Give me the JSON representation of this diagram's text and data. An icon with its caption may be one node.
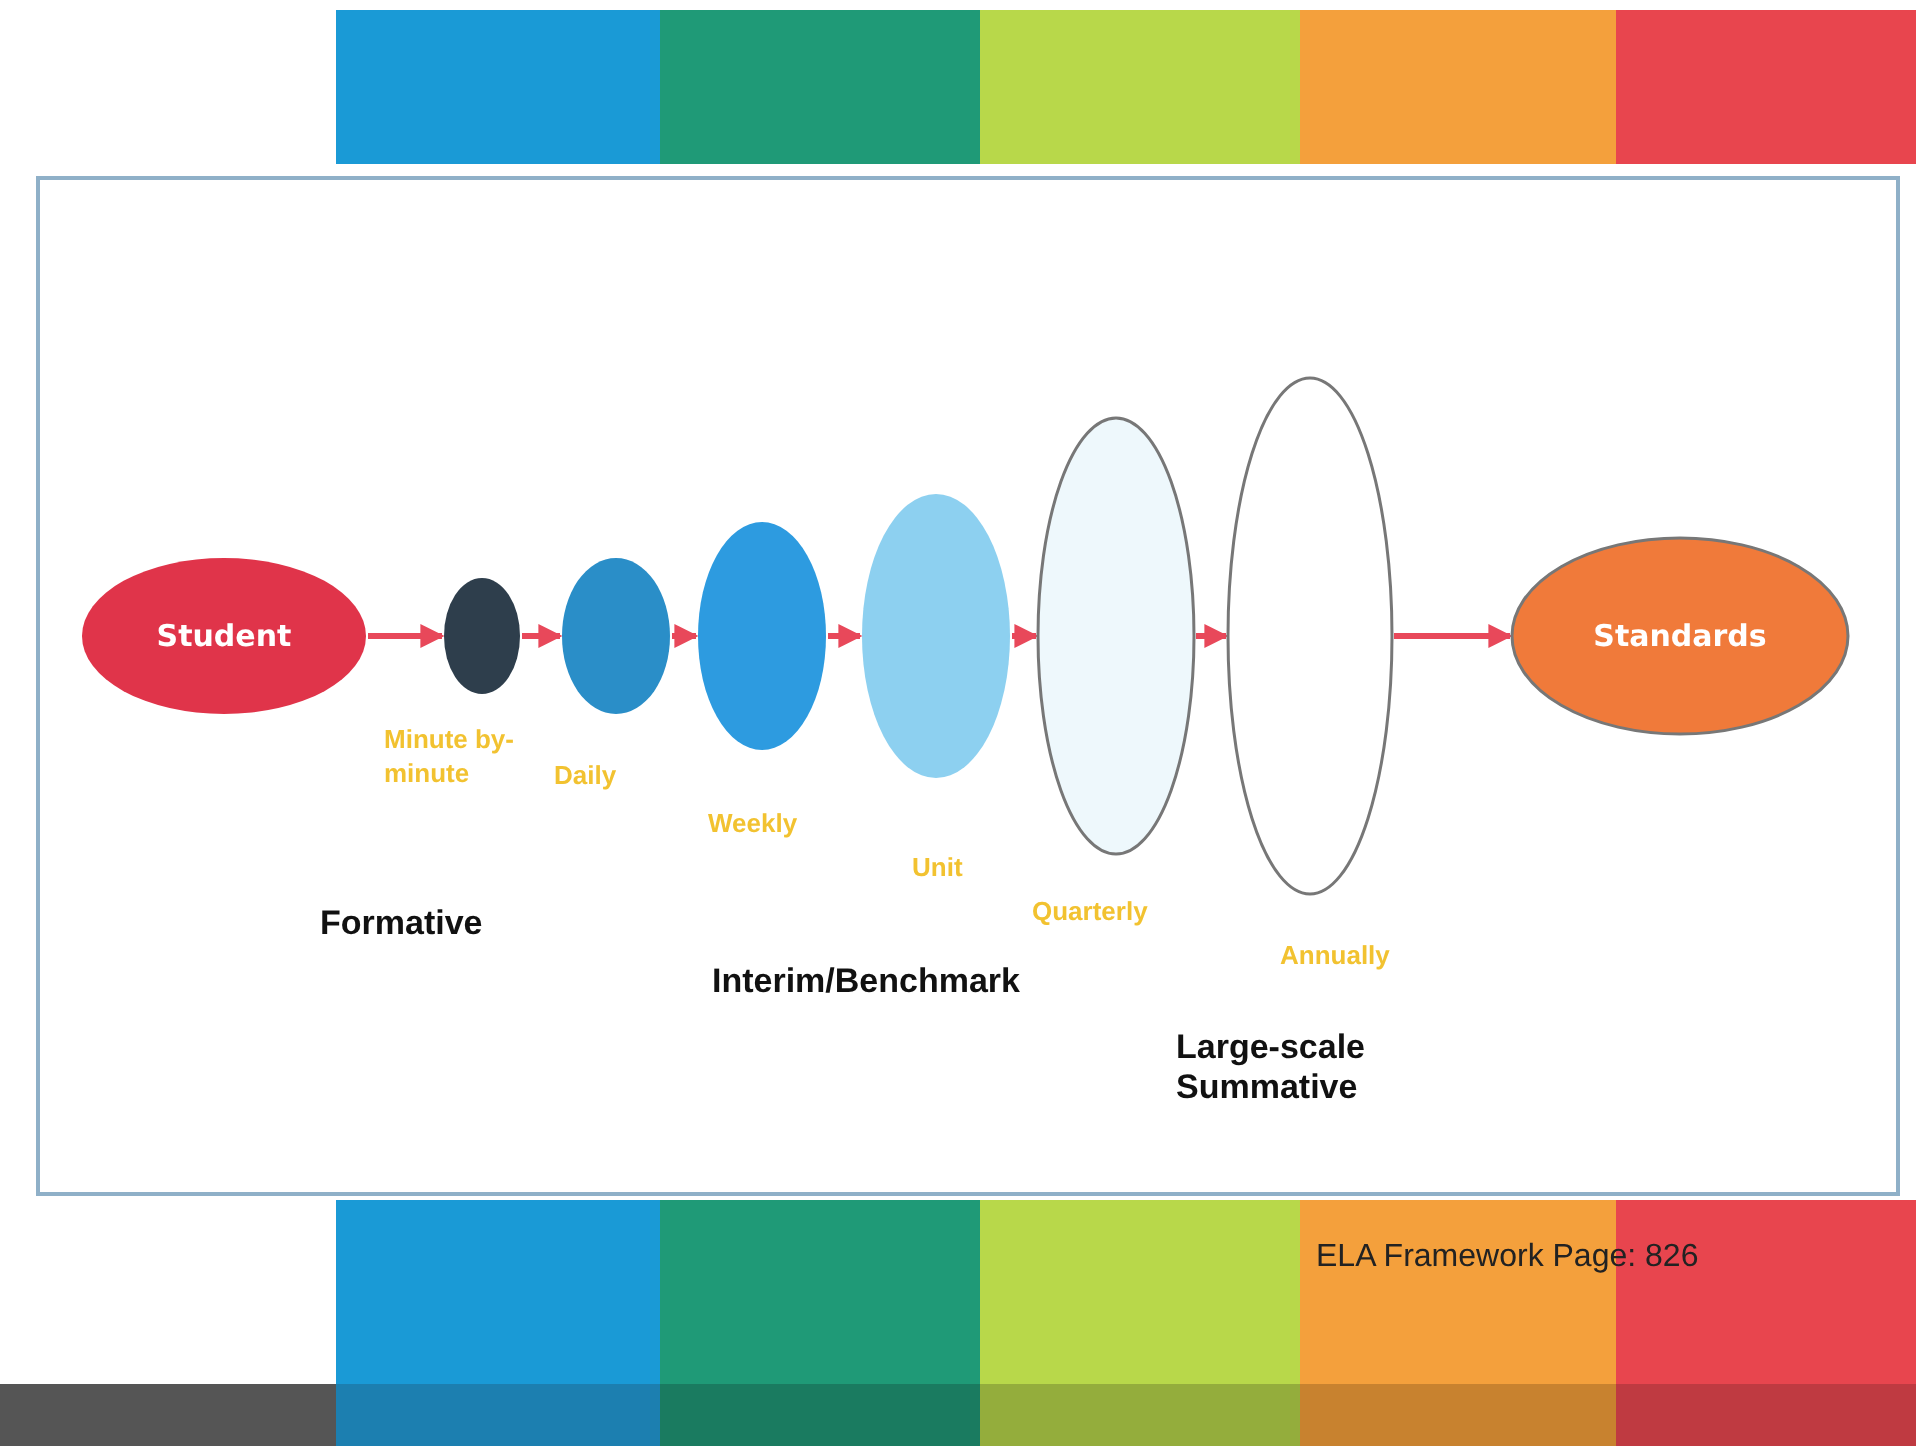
{
  "diagram": {
    "nodes": [
      {
        "text": [
          "Student"
        ]
      },
      {
        "text": [],
        "shape": "ellipse",
        "beside": [
          "Minute by-minute"
        ]
      },
      {
        "text": [],
        "shape": "ellipse",
        "beside": [
          "Daily"
        ]
      },
      {
        "text": [],
        "shape": "ellipse",
        "beside": [
          "Weekly"
        ]
      },
      {
        "text": [],
        "shape": "ellipse",
        "beside": [
          "Unit"
        ]
      },
      {
        "text": [],
        "shape": "ellipse",
        "beside": [
          "Quarterly"
        ]
      },
      {
        "text": [],
        "shape": "ellipse",
        "beside": [
          "Annually"
        ]
      },
      {
        "text": [
          "Standards"
        ]
      }
    ],
    "edges": [
      {
        "from": 0,
        "to": 1,
        "arrow": "to"
      },
      {
        "from": 1,
        "to": 2,
        "arrow": "to"
      },
      {
        "from": 2,
        "to": 3,
        "arrow": "to"
      },
      {
        "from": 3,
        "to": 4,
        "arrow": "to"
      },
      {
        "from": 4,
        "to": 5,
        "arrow": "to"
      },
      {
        "from": 5,
        "to": 6,
        "arrow": "to"
      },
      {
        "from": 6,
        "to": 7,
        "arrow": "to"
      }
    ],
    "labels": [
      "Formative",
      "Interim/Benchmark",
      "Large-scale Summative",
      "ELA Framework Page: 826"
    ]
  }
}
